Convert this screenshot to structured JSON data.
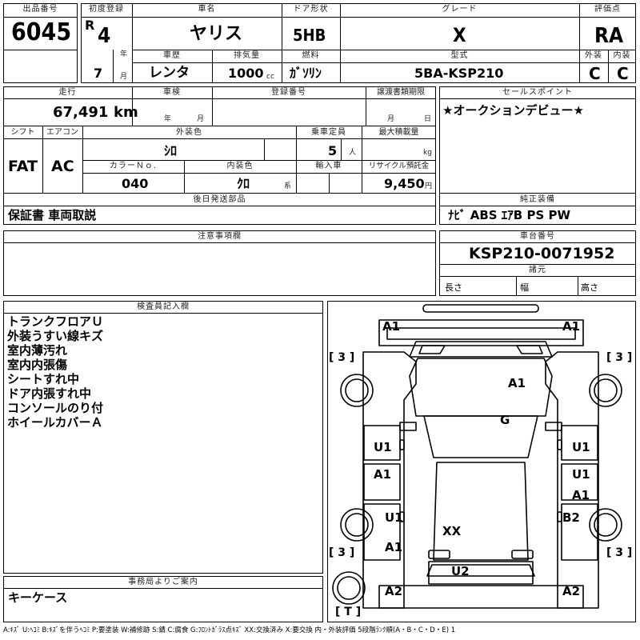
{
  "header": {
    "lot_number_label": "出品番号",
    "lot_number": "6045",
    "first_reg_label": "初度登録",
    "era": "R",
    "year": "4",
    "year_unit": "年",
    "month": "7",
    "month_unit": "月",
    "car_name_label": "車名",
    "car_name": "ヤリス",
    "door_label": "ドア形状",
    "door": "5HB",
    "grade_label": "グレード",
    "grade": "X",
    "score_label": "評価点",
    "score": "RA",
    "history_label": "車歴",
    "history": "レンタ",
    "displacement_label": "排気量",
    "displacement": "1000",
    "displacement_unit": "cc",
    "fuel_label": "燃料",
    "fuel": "ｶﾞｿﾘﾝ",
    "model_label": "型式",
    "model": "5BA-KSP210",
    "exterior_label": "外装",
    "exterior": "C",
    "interior_label": "内装",
    "interior": "C"
  },
  "row2": {
    "mileage_label": "走行",
    "mileage": "67,491",
    "mileage_unit": "km",
    "inspection_label": "車検",
    "year_unit": "年",
    "month_unit": "月",
    "reg_no_label": "登録番号",
    "transfer_label": "譲渡書類期限",
    "transfer_month": "月",
    "transfer_day": "日",
    "sales_point_label": "セールスポイント",
    "sales_point": "★オークションデビュー★",
    "shift_label": "シフト",
    "shift": "FAT",
    "ac_label": "エアコン",
    "ac": "AC",
    "ext_color_label": "外装色",
    "ext_color": "ｼﾛ",
    "capacity_label": "乗車定員",
    "capacity": "5",
    "capacity_unit": "人",
    "load_label": "最大積載量",
    "load_unit": "kg",
    "color_no_label": "カラーＮｏ.",
    "color_no": "040",
    "int_color_label": "内装色",
    "int_color": "ｸﾛ",
    "int_color_unit": "系",
    "import_label": "輸入車",
    "recycle_label": "リサイクル預託金",
    "recycle": "9,450",
    "recycle_unit": "円",
    "later_parts_label": "後日発送部品",
    "later_parts": "保証書 車両取説",
    "equipment_label": "純正装備",
    "equipment": "ﾅﾋﾞ ABS ｴｱB PS PW"
  },
  "notes": {
    "caution_label": "注意事項欄",
    "chassis_label": "車台番号",
    "chassis": "KSP210-0071952",
    "spec_label": "諸元",
    "length_label": "長さ",
    "width_label": "幅",
    "height_label": "高さ"
  },
  "inspector": {
    "label": "検査員記入欄",
    "lines": [
      "トランクフロアＵ",
      "外装うすい線キズ",
      "室内薄汚れ",
      "室内内張傷",
      "シートすれ中",
      "ドア内張すれ中",
      "コンソールのり付",
      "ホイールカバーＡ"
    ]
  },
  "office": {
    "label": "事務局よりご案内",
    "text": "キーケース"
  },
  "diagram": {
    "marks": {
      "fl_bumper": "A1",
      "fr_bumper": "A1",
      "l_tire_f": "[ 3 ]",
      "r_tire_f": "[ 3 ]",
      "hood": "A1",
      "windshield": "G",
      "l_fender": "U1",
      "r_fender": "U1",
      "l_door_f": "A1",
      "r_door_f": "U1",
      "r_door_f2": "A1",
      "l_door_r": "U1",
      "r_door_r": "B2",
      "roof": "XX",
      "l_quarter": "A1",
      "l_tire_r": "[ 3 ]",
      "r_tire_r": "[ 3 ]",
      "trunk": "U2",
      "rl_bumper": "A2",
      "rr_bumper": "A2",
      "spare": "[ T ]"
    }
  },
  "legend": "A:ｷｽﾞ U:ﾍｺﾐ B:ｷｽﾞを伴うﾍｺﾐ P:要塗装 W:補修跡 S:錆 C:腐食 G:ﾌﾛﾝﾄｶﾞﾗｽ点ｷｽﾞ XX:交換済み X:要交換 内・外装評価 5段階ﾗﾝｸ順(A・B・C・D・E) 1"
}
